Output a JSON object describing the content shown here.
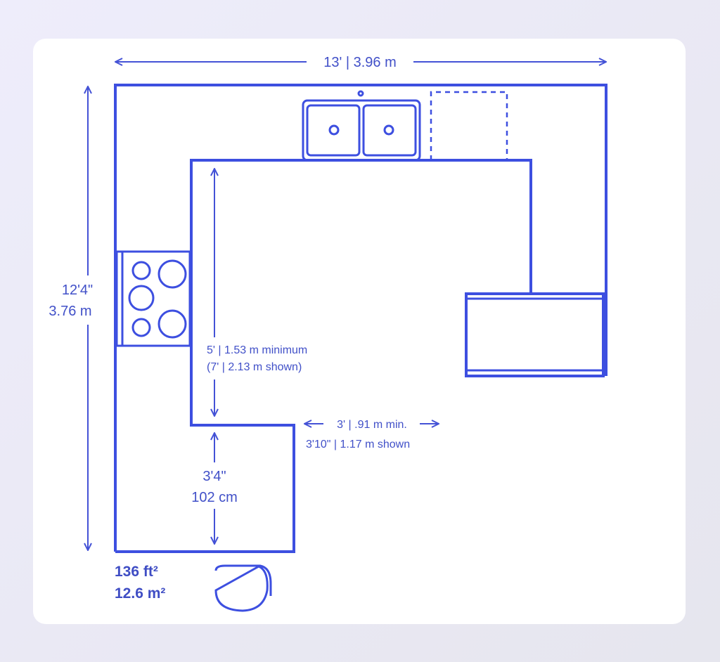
{
  "diagram": {
    "width_label": "13' | 3.96 m",
    "depth_label_imperial": "12'4\"",
    "depth_label_metric": "3.76 m",
    "aisle_label_line1": "5' | 1.53 m minimum",
    "aisle_label_line2": "(7' | 2.13 m shown)",
    "walkway_label_line1": "3' | .91 m min.",
    "walkway_label_line2": "3'10\" | 1.17 m shown",
    "entry_label_imperial": "3'4\"",
    "entry_label_metric": "102 cm",
    "area_imperial": "136 ft²",
    "area_metric": "12.6 m²",
    "line_color": "#3d4fe0",
    "icons": [
      "double-sink-icon",
      "dishwasher-outline-icon",
      "cooktop-icon",
      "refrigerator-icon",
      "door-swing-icon"
    ]
  }
}
